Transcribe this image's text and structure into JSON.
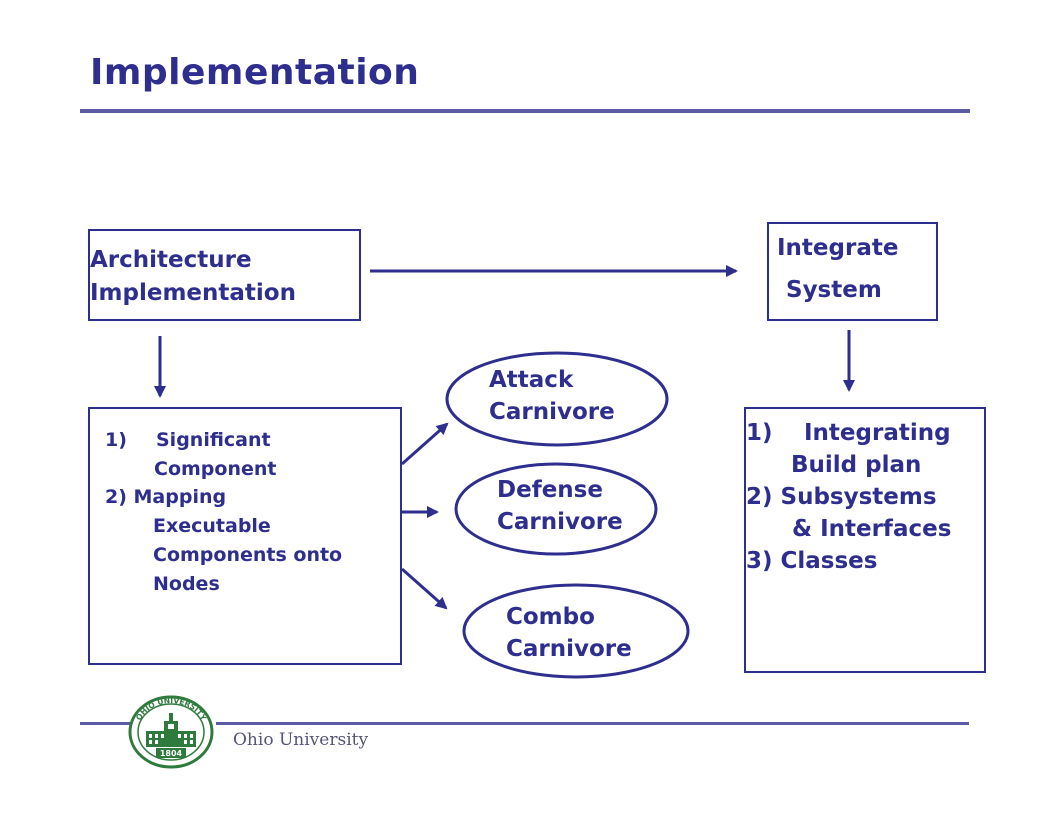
{
  "slide": {
    "title": "Implementation"
  },
  "boxes": {
    "arch_impl": {
      "line1": "Architecture",
      "line2": "Implementation"
    },
    "integrate": {
      "line1": "Integrate",
      "line2": "System"
    },
    "left_list": {
      "items": [
        "1)",
        "Significant",
        "Component",
        "2) Mapping",
        "Executable",
        "Components onto",
        "Nodes"
      ]
    },
    "right_list": {
      "items": [
        "1)",
        "Integrating",
        "Build plan",
        "2) Subsystems",
        "& Interfaces",
        "3) Classes"
      ]
    }
  },
  "ellipses": [
    {
      "line1": "Attack",
      "line2": "Carnivore"
    },
    {
      "line1": "Defense",
      "line2": "Carnivore"
    },
    {
      "line1": "Combo",
      "line2": "Carnivore"
    }
  ],
  "footer": {
    "org": "Ohio University",
    "logo_text": "OHIO UNIVERSITY",
    "logo_year": "1804"
  },
  "colors": {
    "primary": "#2e2e8e",
    "rule": "#5b5ba6",
    "logo_green": "#2f7a3d"
  }
}
